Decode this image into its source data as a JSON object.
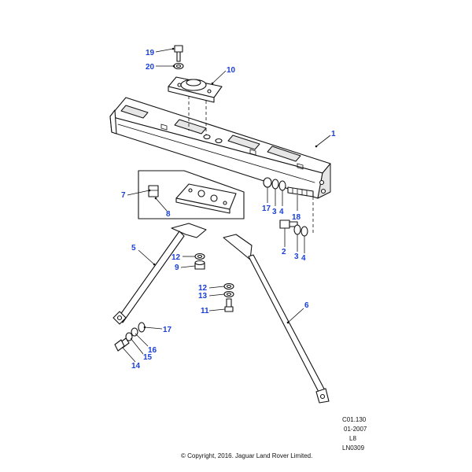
{
  "diagram": {
    "callouts": {
      "c1": "1",
      "c2": "2",
      "c3a": "3",
      "c3b": "3",
      "c4a": "4",
      "c4b": "4",
      "c5": "5",
      "c6": "6",
      "c7": "7",
      "c8": "8",
      "c9": "9",
      "c10": "10",
      "c11": "11",
      "c12a": "12",
      "c12b": "12",
      "c13": "13",
      "c14": "14",
      "c15": "15",
      "c16": "16",
      "c17a": "17",
      "c17b": "17",
      "c18": "18",
      "c19": "19",
      "c20": "20"
    },
    "reference": {
      "code": "C01.130",
      "date": "01-2007",
      "level": "L8",
      "drawing": "LN0309"
    },
    "copyright": "© Copyright, 2016. Jaguar Land Rover Limited.",
    "colors": {
      "callout": "#1a3fd6",
      "line": "#111111"
    }
  }
}
